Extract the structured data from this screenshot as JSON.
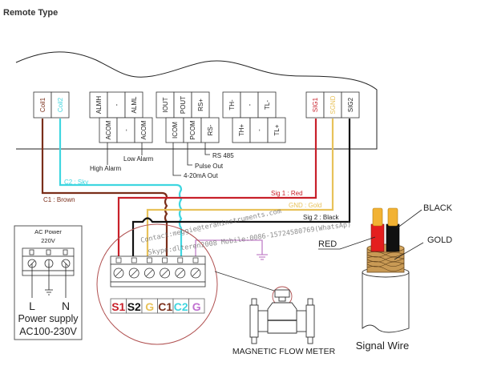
{
  "title": "Remote Type",
  "colors": {
    "red": "#c8202a",
    "brown": "#7a2e1a",
    "sky": "#3fd6e0",
    "gold": "#e8c25a",
    "black": "#111111",
    "purple": "#c070d0",
    "ground_purple": "#c080c8",
    "circle": "#b05050"
  },
  "converter": {
    "terminal_groups": [
      {
        "top": [
          "Coil1",
          "Coil2"
        ],
        "bottom": []
      },
      {
        "top": [
          "ALMH",
          "-",
          "ALML"
        ],
        "bottom": [
          "ACOM",
          "-",
          "ACOM"
        ]
      },
      {
        "top": [
          "IOUT",
          "POUT",
          "RS+"
        ],
        "bottom": [
          "ICOM",
          "PCOM",
          "RS-"
        ]
      },
      {
        "top": [
          "TH-",
          "-",
          "TL-"
        ],
        "bottom": [
          "TH+",
          "-",
          "TL+"
        ]
      },
      {
        "top": [
          "SIG1",
          "SGND",
          "SIG2"
        ],
        "bottom": []
      }
    ],
    "callouts": {
      "high_alarm": "High Alarm",
      "low_alarm": "Low Alarm",
      "rs485": "RS 485",
      "pulse_out": "Pulse Out",
      "current_out": "4-20mA Out"
    }
  },
  "wires": {
    "c2": "C2 : Sky",
    "c1": "C1 : Brown",
    "sig1": "Sig 1 : Red",
    "gnd": "GND : Gold",
    "sig2": "Sig 2 : Black"
  },
  "power": {
    "title_line1": "AC Power",
    "title_line2": "220V",
    "l": "L",
    "n": "N",
    "supply_line1": "Power supply",
    "supply_line2": "AC100-230V"
  },
  "sensor_terminals": [
    {
      "label": "S1",
      "color": "#c8202a"
    },
    {
      "label": "S2",
      "color": "#111111"
    },
    {
      "label": "G",
      "color": "#e8c25a"
    },
    {
      "label": "C1",
      "color": "#7a2e1a"
    },
    {
      "label": "C2",
      "color": "#3fd6e0"
    },
    {
      "label": "G",
      "color": "#c070d0"
    }
  ],
  "meter_label": "MAGNETIC  FLOW  METER",
  "cable": {
    "red": "RED",
    "black": "BLACK",
    "gold": "GOLD",
    "caption": "Signal Wire"
  },
  "watermark": {
    "line1": "Contact:meggie@teraninstruments.com",
    "line2": "Skype:dlteren2008 Mobile:0086-15724580769(WhatsAp)"
  }
}
